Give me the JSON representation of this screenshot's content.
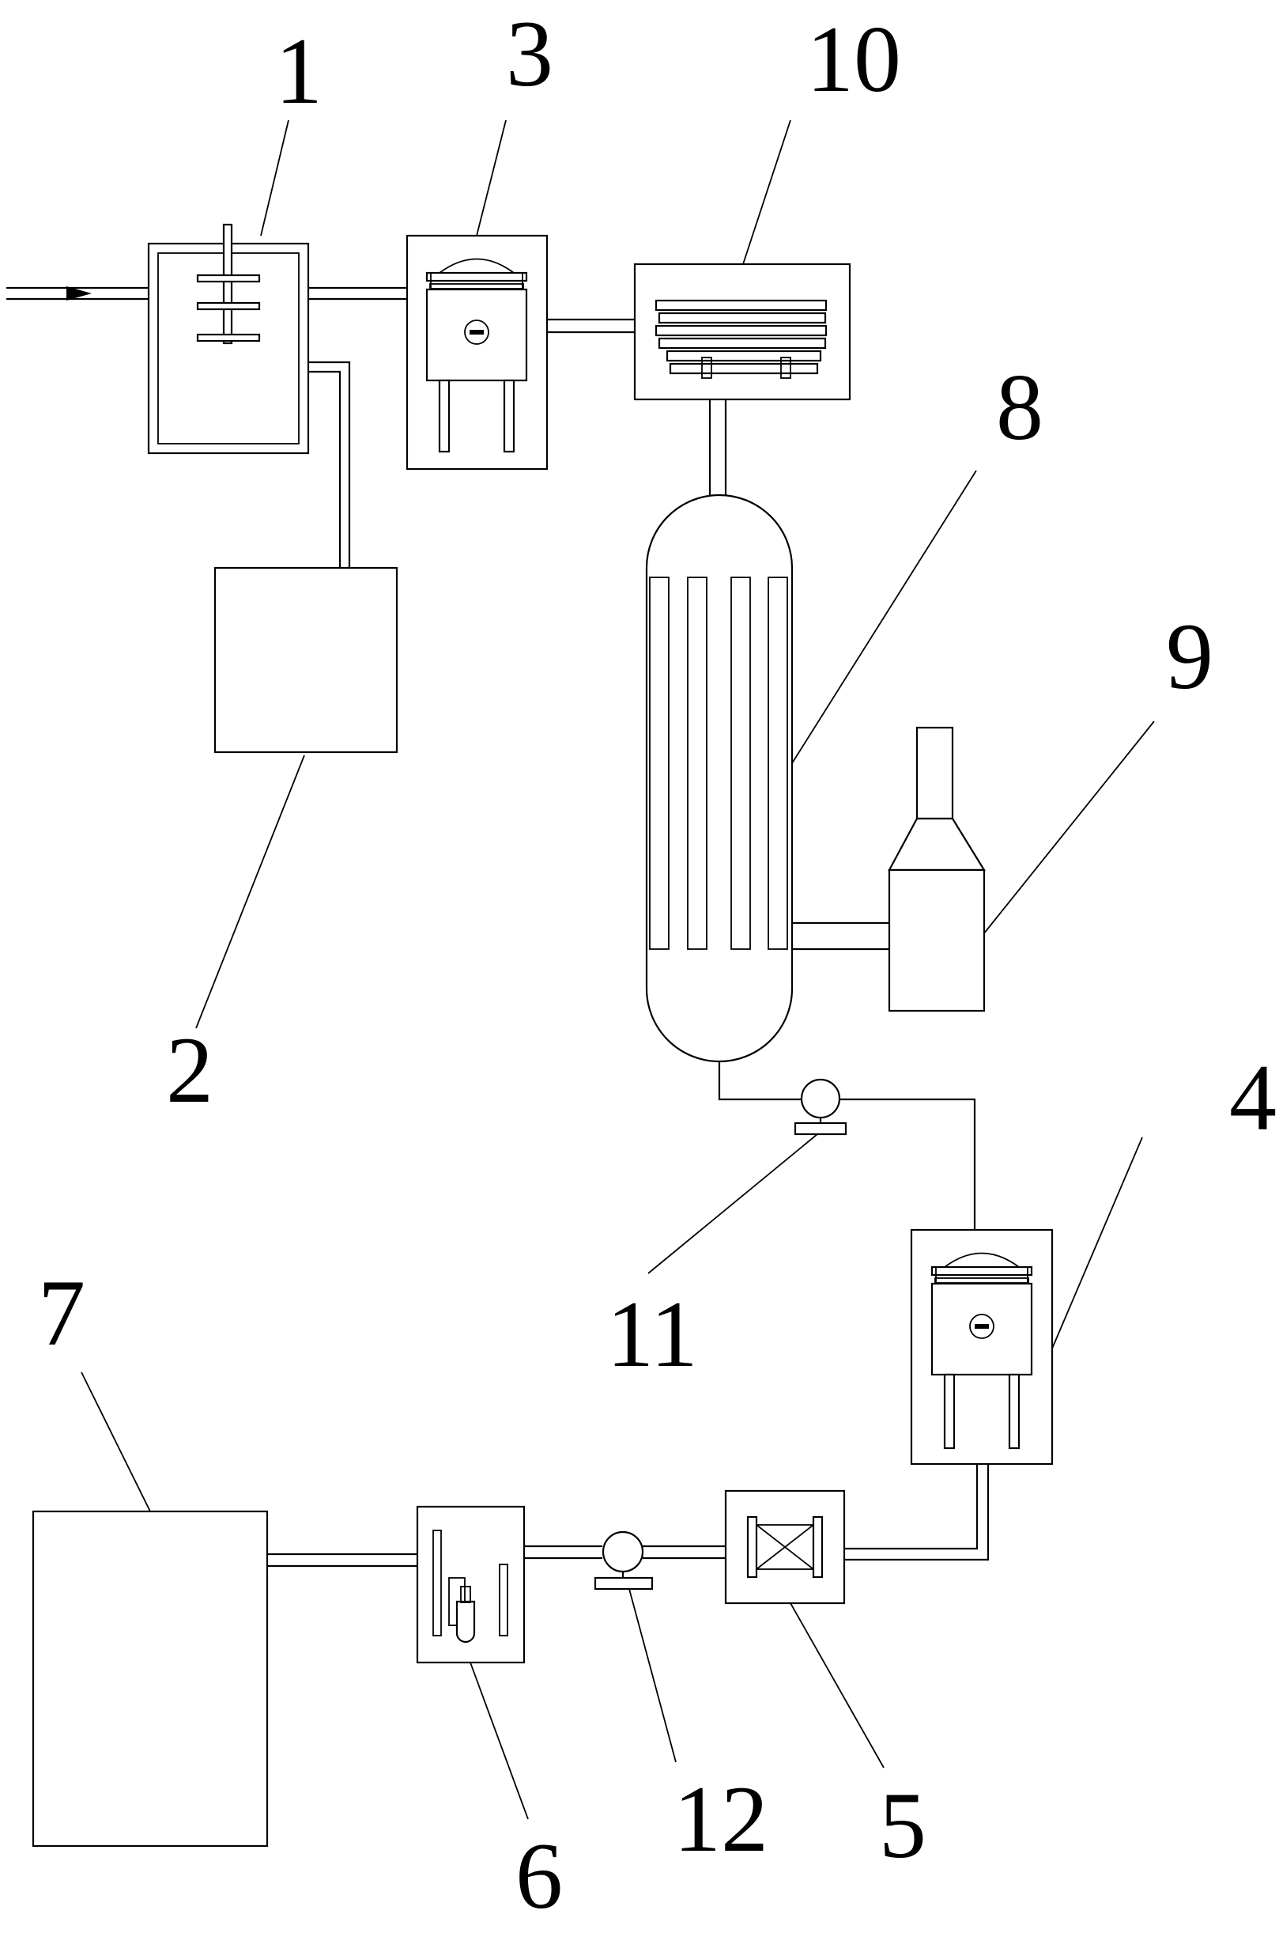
{
  "labels": {
    "l1": "1",
    "l2": "2",
    "l3": "3",
    "l4": "4",
    "l5": "5",
    "l6": "6",
    "l7": "7",
    "l8": "8",
    "l9": "9",
    "l10": "10",
    "l11": "11",
    "l12": "12"
  }
}
